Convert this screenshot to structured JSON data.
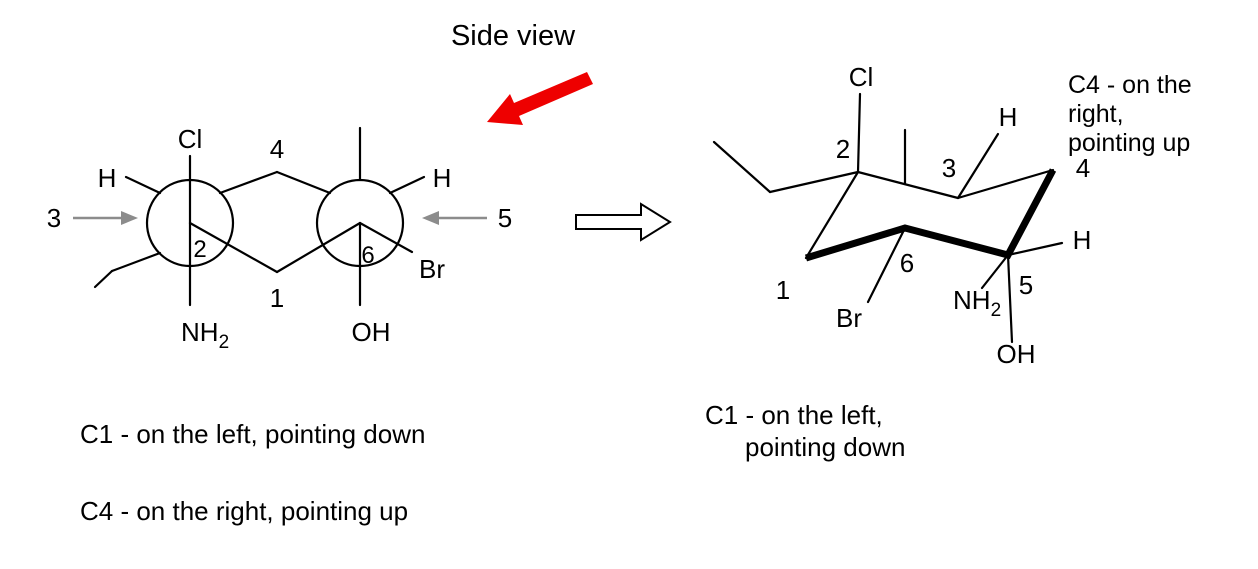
{
  "colors": {
    "bond": "#000000",
    "chlorine_magenta": "#ff00ff",
    "bromine_green": "#00b050",
    "nitrogen_blue": "#1111e0",
    "oxygen_red": "#f00000",
    "annotation_orange": "#f7941d",
    "annotation_green": "#00b050",
    "pointer_gray": "#8c8c8c",
    "side_view_red": "#ee0000",
    "open_arrow_fill": "#ffffff"
  },
  "newman": {
    "side_view_label": "Side view",
    "atoms": {
      "cl": "Cl",
      "h_left": "H",
      "h_right": "H",
      "nh": "NH",
      "nh_sub": "2",
      "oh": "OH",
      "br": "Br"
    },
    "numbers": {
      "c1": "1",
      "c2": "2",
      "c3": "3",
      "c4": "4",
      "c5": "5",
      "c6": "6"
    }
  },
  "chair": {
    "atoms": {
      "cl": "Cl",
      "h_top": "H",
      "h_right": "H",
      "nh": "NH",
      "nh_sub": "2",
      "oh": "OH",
      "br": "Br"
    },
    "numbers": {
      "c1": "1",
      "c2": "2",
      "c3": "3",
      "c4": "4",
      "c5": "5",
      "c6": "6"
    }
  },
  "annotations": {
    "bottom_left_c1": "C1 - on the left, pointing down",
    "bottom_left_c4": "C4 - on the right, pointing up",
    "right_c1": {
      "line1": "C1 - on the left,",
      "line2": "pointing down"
    },
    "right_c4": {
      "line1": "C4 - on the",
      "line2": "right,",
      "line3": "pointing up"
    }
  }
}
